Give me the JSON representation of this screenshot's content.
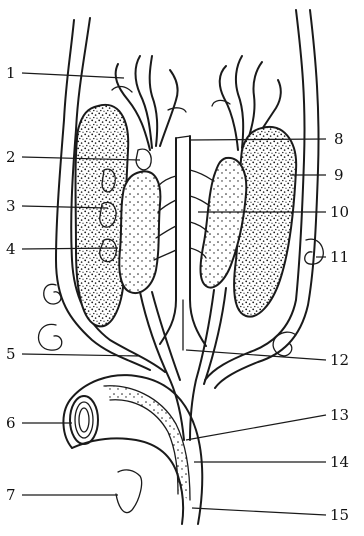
{
  "labels": {
    "l1": "1",
    "l2": "2",
    "l3": "3",
    "l4": "4",
    "l5": "5",
    "l6": "6",
    "l7": "7",
    "l8": "8",
    "l9": "9",
    "l10": "10",
    "l11": "11",
    "l12": "12",
    "l13": "13",
    "l14": "14",
    "l15": "15"
  },
  "colors": {
    "ink": "#1a1a1a",
    "background": "#ffffff"
  }
}
